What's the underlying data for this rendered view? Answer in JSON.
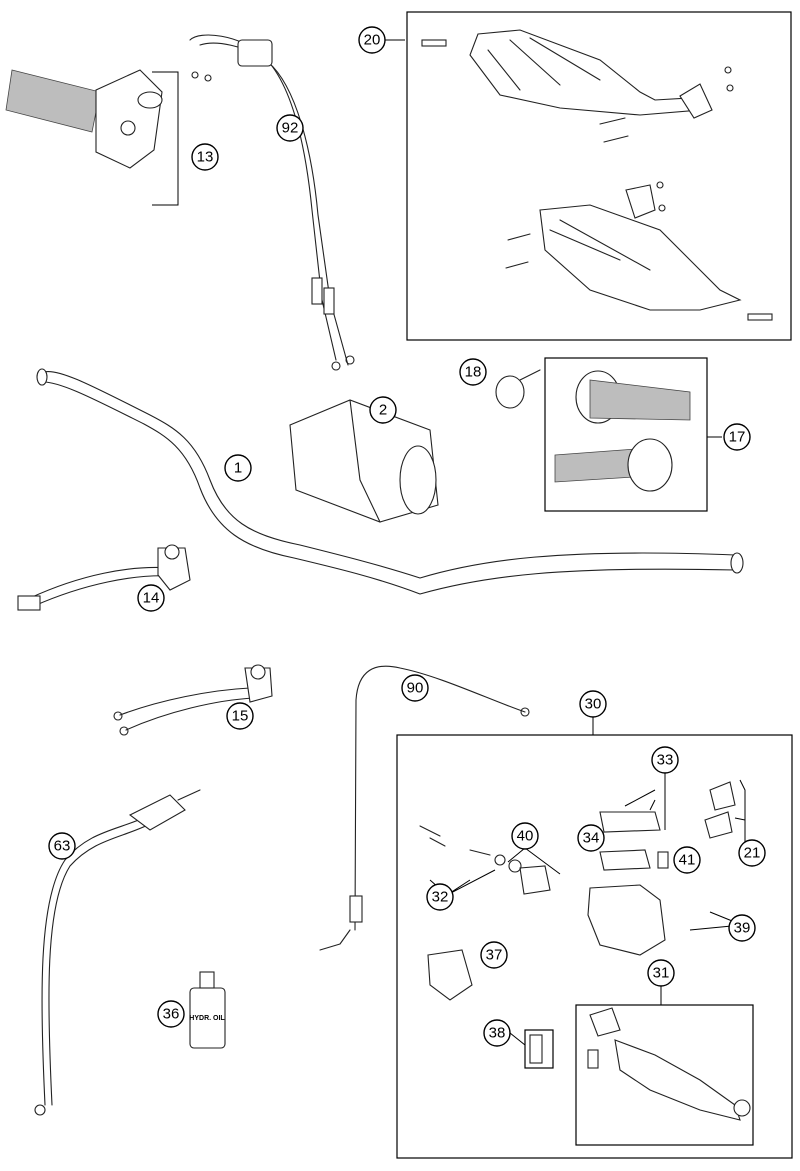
{
  "diagram": {
    "callouts": [
      {
        "id": "c1",
        "label": "1"
      },
      {
        "id": "c2",
        "label": "2"
      },
      {
        "id": "c13",
        "label": "13"
      },
      {
        "id": "c14",
        "label": "14"
      },
      {
        "id": "c15",
        "label": "15"
      },
      {
        "id": "c17",
        "label": "17"
      },
      {
        "id": "c18",
        "label": "18"
      },
      {
        "id": "c20",
        "label": "20"
      },
      {
        "id": "c21",
        "label": "21"
      },
      {
        "id": "c30",
        "label": "30"
      },
      {
        "id": "c31",
        "label": "31"
      },
      {
        "id": "c32",
        "label": "32"
      },
      {
        "id": "c33",
        "label": "33"
      },
      {
        "id": "c34",
        "label": "34"
      },
      {
        "id": "c36",
        "label": "36"
      },
      {
        "id": "c37",
        "label": "37"
      },
      {
        "id": "c38",
        "label": "38"
      },
      {
        "id": "c39",
        "label": "39"
      },
      {
        "id": "c40",
        "label": "40"
      },
      {
        "id": "c41",
        "label": "41"
      },
      {
        "id": "c63",
        "label": "63"
      },
      {
        "id": "c90",
        "label": "90"
      },
      {
        "id": "c92",
        "label": "92"
      }
    ],
    "bottle_text": "HYDR. OIL"
  }
}
